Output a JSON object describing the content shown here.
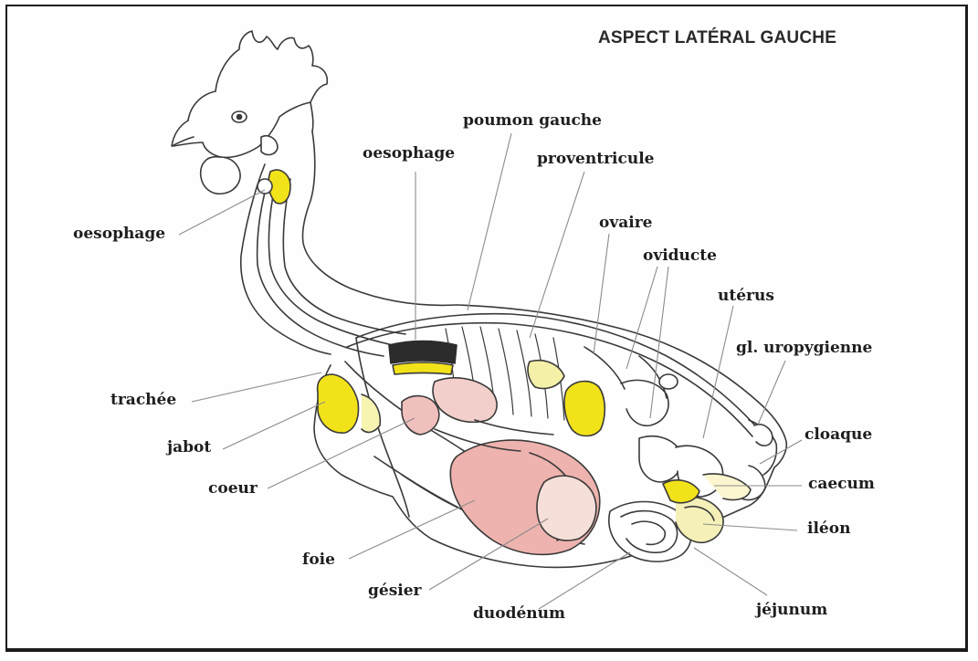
{
  "title": "ASPECT LATÉRAL GAUCHE",
  "labels": {
    "oesophage_neck": "oesophage",
    "oesophage_upper": "oesophage",
    "poumon_gauche": "poumon gauche",
    "proventricule": "proventricule",
    "ovaire": "ovaire",
    "oviducte": "oviducte",
    "uterus": "utérus",
    "gl_uropygienne": "gl. uropygienne",
    "cloaque": "cloaque",
    "caecum": "caecum",
    "ileon": "iléon",
    "jejunum": "jéjunum",
    "duodenum": "duodénum",
    "gesier": "gésier",
    "foie": "foie",
    "coeur": "coeur",
    "jabot": "jabot",
    "trachee": "trachée"
  },
  "colors": {
    "yellow_organ": "#f2e21a",
    "liver_pink": "#eeb3ae",
    "line": "#3a3a3a",
    "leader": "#8c8c8c"
  }
}
